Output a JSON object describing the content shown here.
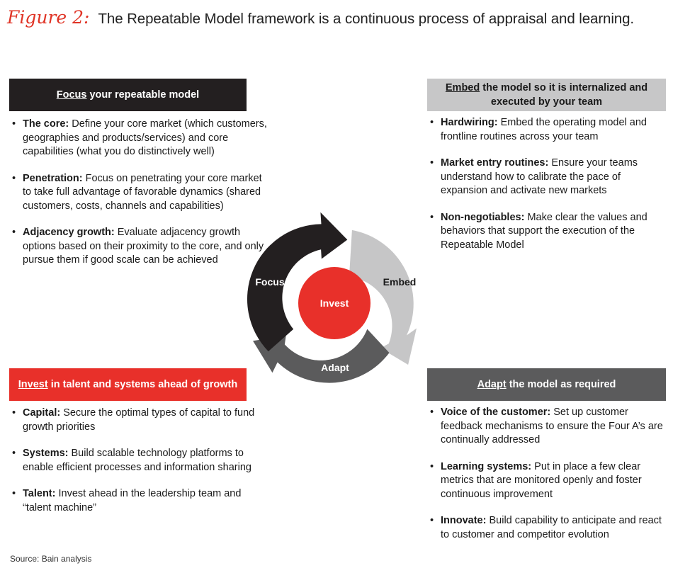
{
  "figure": {
    "label": "Figure 2:",
    "title": "The Repeatable Model framework is a continuous process of appraisal and learning."
  },
  "boxes": {
    "focus": {
      "header_key": "Focus",
      "header_rest": " your repeatable model",
      "color": "#231f20",
      "items": [
        {
          "term": "The core:",
          "text": " Define your core market (which customers, geographies and products/services) and core capabilities (what you do distinctively well)"
        },
        {
          "term": "Penetration:",
          "text": " Focus on penetrating your core market to take full advantage of favorable dynamics (shared customers, costs, channels and capabilities)"
        },
        {
          "term": "Adjacency growth:",
          "text": " Evaluate adjacency growth options based on their proximity to the core, and only pursue them if good scale can be achieved"
        }
      ]
    },
    "embed": {
      "header_key": "Embed",
      "header_rest": " the model so it is internalized and executed by your team",
      "color": "#c7c7c8",
      "items": [
        {
          "term": "Hardwiring:",
          "text": " Embed the operating model and frontline routines across your team"
        },
        {
          "term": "Market entry routines:",
          "text": " Ensure your teams understand how to calibrate the pace of expansion and activate new markets"
        },
        {
          "term": "Non-negotiables:",
          "text": " Make clear the values and behaviors that support the execution of the Repeatable Model"
        }
      ]
    },
    "invest": {
      "header_key": "Invest",
      "header_rest": " in talent and systems ahead of growth",
      "color": "#e8302a",
      "items": [
        {
          "term": "Capital:",
          "text": " Secure the optimal types of capital to fund growth priorities"
        },
        {
          "term": "Systems:",
          "text": " Build scalable technology platforms to enable efficient processes and information sharing"
        },
        {
          "term": "Talent:",
          "text": " Invest ahead in the leadership team and “talent machine”"
        }
      ]
    },
    "adapt": {
      "header_key": "Adapt",
      "header_rest": " the model as required",
      "color": "#5b5b5c",
      "items": [
        {
          "term": "Voice of the customer:",
          "text": " Set up customer feedback mechanisms to ensure the Four A’s are continually addressed"
        },
        {
          "term": "Learning systems:",
          "text": " Put in place a few clear metrics that are monitored openly and foster continuous improvement"
        },
        {
          "term": "Innovate:",
          "text": " Build capability to anticipate and react to customer and competitor evolution"
        }
      ]
    }
  },
  "cycle": {
    "focus": "Focus",
    "embed": "Embed",
    "adapt": "Adapt",
    "center": "Invest"
  },
  "source": "Source: Bain analysis"
}
